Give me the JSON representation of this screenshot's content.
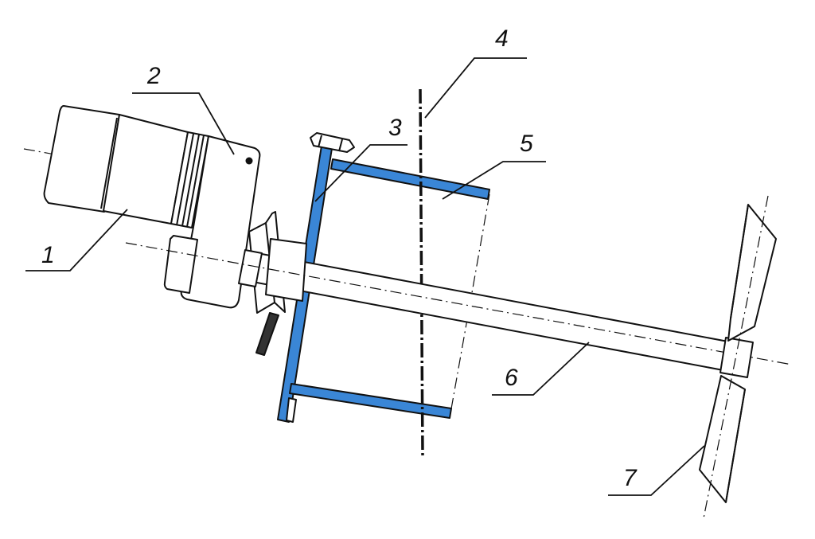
{
  "labels": {
    "motor": "1",
    "gearbox": "2",
    "mount_bracket": "3",
    "vessel_axis": "4",
    "vessel_wall": "5",
    "shaft": "6",
    "impeller": "7"
  },
  "colors": {
    "line": "#111111",
    "bracket_fill": "#3a86d6",
    "background": "#ffffff"
  }
}
